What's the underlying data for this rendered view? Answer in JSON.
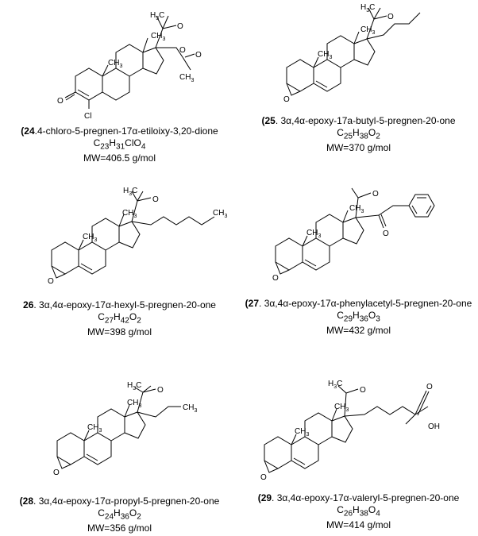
{
  "compounds": [
    {
      "number": "24",
      "open_paren": "(",
      "name": ".4-chloro-5-pregnen-17α-etiloixy-3,20-dione",
      "formula": [
        [
          "C",
          ""
        ],
        [
          "23",
          ""
        ],
        [
          "H",
          ""
        ],
        [
          "31",
          ""
        ],
        [
          "ClO",
          ""
        ],
        [
          "4",
          ""
        ]
      ],
      "formula_text": {
        "c": "C",
        "cn": "23",
        "h": "H",
        "hn": "31",
        "rest": "ClO",
        "rn": "4"
      },
      "mw": "MW=406.5 g/mol",
      "labels": {
        "me1": "CH3",
        "me2": "CH3",
        "o1": "O",
        "o2": "O",
        "o3": "O",
        "o4": "O",
        "cl": "Cl",
        "ch3b": "CH3"
      }
    },
    {
      "number": "25",
      "open_paren": "(",
      "name": ". 3α,4α-epoxy-17a-butyl-5-pregnen-20-one",
      "formula_text": {
        "c": "C",
        "cn": "25",
        "h": "H",
        "hn": "38",
        "rest": "O",
        "rn": "2"
      },
      "mw": "MW=370 g/mol"
    },
    {
      "number": "26",
      "open_paren": "",
      "name": ". 3α,4α-epoxy-17α-hexyl-5-pregnen-20-one",
      "formula_text": {
        "c": "C",
        "cn": "27",
        "h": "H",
        "hn": "42",
        "rest": "O",
        "rn": "2"
      },
      "mw": "MW=398 g/mol"
    },
    {
      "number": "27",
      "open_paren": "(",
      "name": ". 3α,4α-epoxy-17α-phenylacetyl-5-pregnen-20-one",
      "formula_text": {
        "c": "C",
        "cn": "29",
        "h": "H",
        "hn": "36",
        "rest": "O",
        "rn": "3"
      },
      "mw": "MW=432 g/mol"
    },
    {
      "number": "28",
      "open_paren": "(",
      "name": ". 3α,4α-epoxy-17α-propyl-5-pregnen-20-one",
      "formula_text": {
        "c": "C",
        "cn": "24",
        "h": "H",
        "hn": "36",
        "rest": "O",
        "rn": "2"
      },
      "mw": "MW=356 g/mol"
    },
    {
      "number": "29",
      "open_paren": "(",
      "name": ". 3α,4α-epoxy-17α-valeryl-5-pregnen-20-one",
      "formula_text": {
        "c": "C",
        "cn": "26",
        "h": "H",
        "hn": "38",
        "rest": "O",
        "rn": "4"
      },
      "mw": "MW=414 g/mol"
    }
  ],
  "atoms": {
    "h3c": "H3C",
    "ch3": "CH3",
    "o": "O",
    "cl": "Cl",
    "oh": "OH"
  }
}
